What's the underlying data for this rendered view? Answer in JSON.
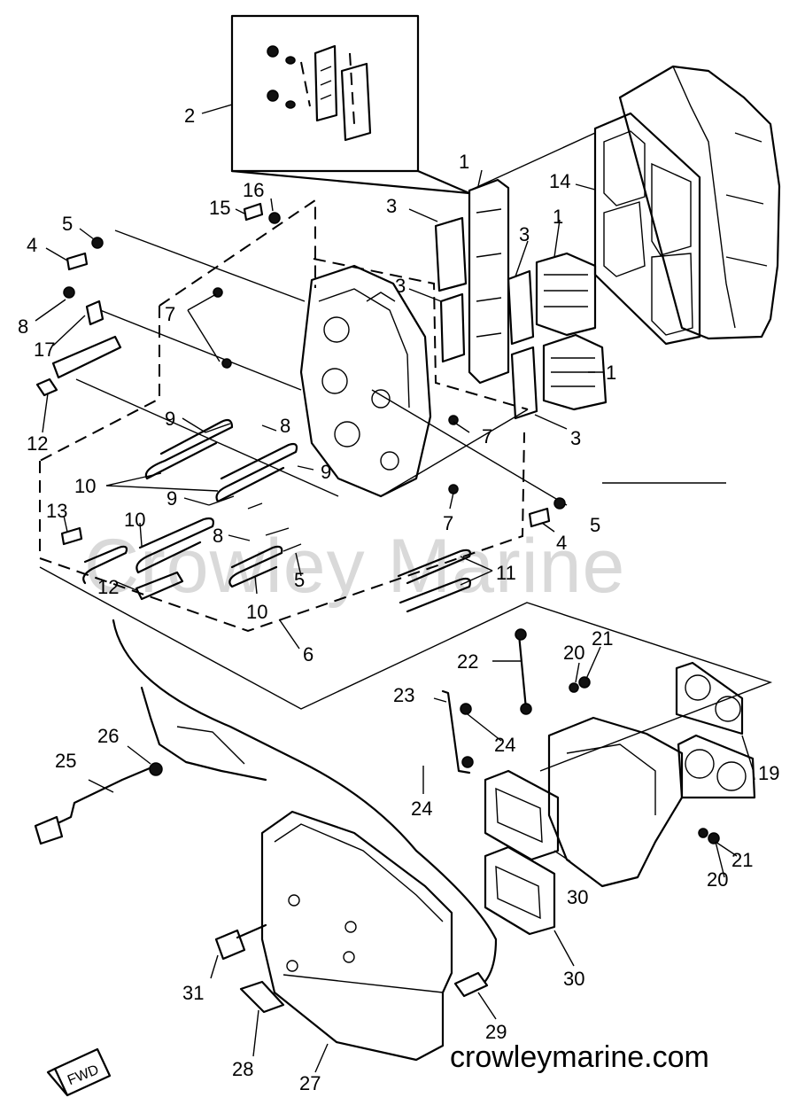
{
  "diagram": {
    "watermark": "Crowley Marine",
    "website": "crowleymarine.com",
    "fwd_tag": "FWD",
    "labels": {
      "l1a": "1",
      "l1b": "1",
      "l1c": "1",
      "l2": "2",
      "l3a": "3",
      "l3b": "3",
      "l3c": "3",
      "l3d": "3",
      "l4a": "4",
      "l4b": "4",
      "l5a": "5",
      "l5b": "5",
      "l6": "6",
      "l7a": "7",
      "l7b": "7",
      "l7c": "7",
      "l8a": "8",
      "l8b": "8",
      "l8c": "8",
      "l9a": "9",
      "l9b": "9",
      "l9c": "9",
      "l10a": "10",
      "l10b": "10",
      "l10c": "10",
      "l11": "11",
      "l12a": "12",
      "l12b": "12",
      "l13": "13",
      "l14": "14",
      "l15": "15",
      "l16": "16",
      "l17": "17",
      "l19": "19",
      "l20a": "20",
      "l20b": "20",
      "l21a": "21",
      "l21b": "21",
      "l22": "22",
      "l23": "23",
      "l24a": "24",
      "l24b": "24",
      "l25": "25",
      "l26": "26",
      "l27": "27",
      "l28": "28",
      "l29": "29",
      "l30a": "30",
      "l30b": "30",
      "l31": "31",
      "l5c": "5"
    }
  }
}
